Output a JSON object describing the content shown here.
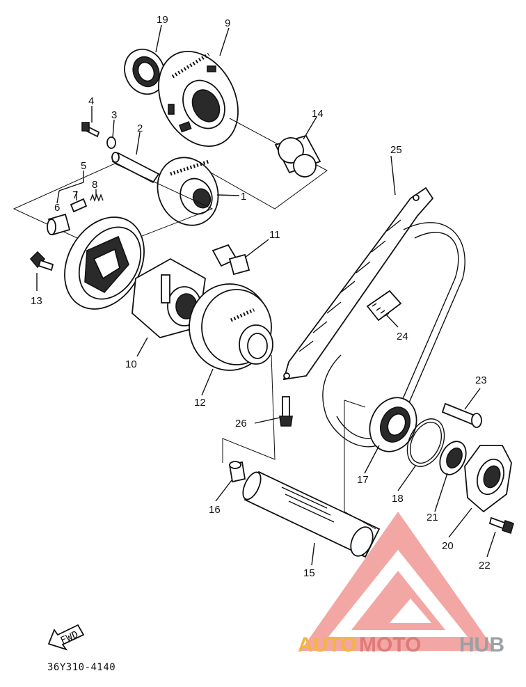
{
  "diagram": {
    "part_code": "36Y310-4140",
    "fwd_label": "FWD",
    "watermark": {
      "part1": "AUTO",
      "part2": "MOTO",
      "part3": "HUB",
      "color_a": "#f5b43c",
      "color_b": "#e07a78",
      "color_c": "#9aa0a4",
      "logo_color": "#ef8a86"
    },
    "callouts": [
      "1",
      "2",
      "3",
      "4",
      "5",
      "6",
      "7",
      "8",
      "9",
      "10",
      "11",
      "12",
      "13",
      "14",
      "15",
      "16",
      "17",
      "18",
      "19",
      "20",
      "21",
      "22",
      "23",
      "24",
      "25",
      "26"
    ]
  }
}
